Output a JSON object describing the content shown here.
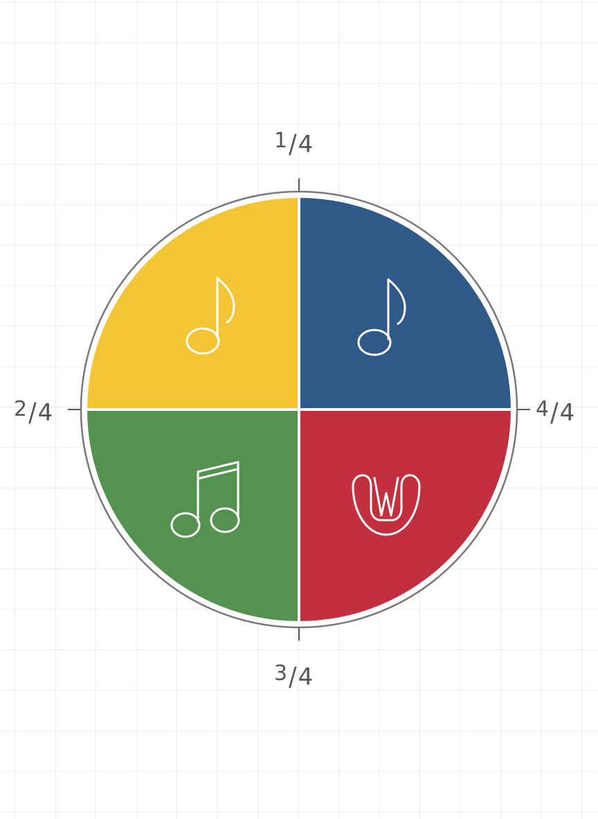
{
  "quadrants": [
    {
      "id": "top-left",
      "color": "#f3c534",
      "icon": "eighth-note-icon"
    },
    {
      "id": "top-right",
      "color": "#2f5989",
      "icon": "eighth-note-icon"
    },
    {
      "id": "bottom-left",
      "color": "#53934f",
      "icon": "beamed-eighth-notes-icon"
    },
    {
      "id": "bottom-right",
      "color": "#c22f3f",
      "icon": "whole-note-icon"
    }
  ],
  "labels": {
    "top": {
      "num": "1",
      "den": "4"
    },
    "left": {
      "num": "2",
      "den": "4"
    },
    "bottom": {
      "num": "3",
      "den": "4"
    },
    "right": {
      "num": "4",
      "den": "4"
    }
  },
  "colors": {
    "outline": "#777777",
    "divider": "#ffffff",
    "icon_stroke": "#ffffff",
    "grid": "#ebebeb",
    "label_text": "#555555"
  }
}
